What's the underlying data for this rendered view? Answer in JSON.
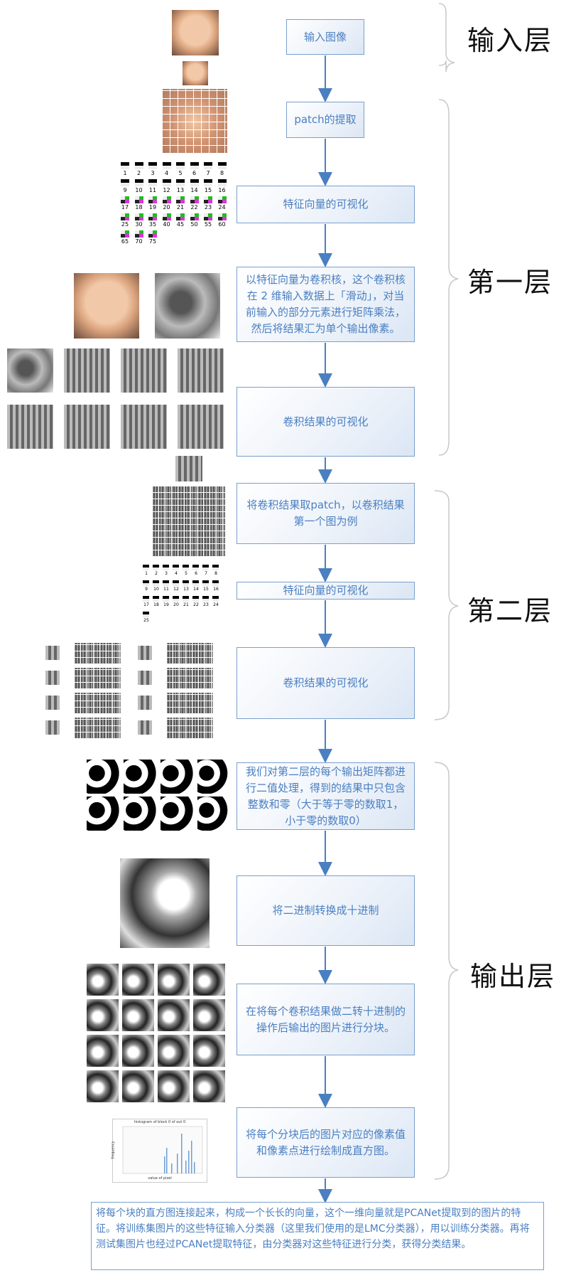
{
  "steps": {
    "s1": "输入图像",
    "s2": "patch的提取",
    "s3": "特征向量的可视化",
    "s4": "以特征向量为卷积核，这个卷积核在 2 维输入数据上「滑动」，对当前输入的部分元素进行矩阵乘法，然后将结果汇为单个输出像素。",
    "s5": "卷积结果的可视化",
    "s6": "将卷积结果取patch，以卷积结果第一个图为例",
    "s7": "特征向量的可视化",
    "s8": "卷积结果的可视化",
    "s9": "我们对第二层的每个输出矩阵都进行二值处理，得到的结果中只包含整数和零（大于等于零的数取1，小于零的数取0）",
    "s10": "将二进制转换成十进制",
    "s11": "在将每个卷积结果做二转十进制的操作后输出的图片进行分块。",
    "s12": "将每个分块后的图片对应的像素值和像素点进行绘制成直方图。",
    "final": "将每个块的直方图连接起来，构成一个长长的向量，这个一维向量就是PCANet提取到的图片的特征。将训练集图片的这些特征输入分类器（这里我们使用的是LMC分类器），用以训练分类器。再将测试集图片也经过PCANet提取特征，由分类器对这些特征进行分类，获得分类结果。"
  },
  "layers": {
    "input": "输入层",
    "first": "第一层",
    "second": "第二层",
    "output": "输出层"
  },
  "kernels_l1": [
    "1",
    "2",
    "3",
    "4",
    "5",
    "6",
    "7",
    "8",
    "9",
    "10",
    "11",
    "12",
    "13",
    "14",
    "15",
    "16",
    "17",
    "18",
    "19",
    "20",
    "21",
    "22",
    "23",
    "24",
    "25",
    "30",
    "35",
    "40",
    "45",
    "50",
    "55",
    "60",
    "65",
    "70",
    "75"
  ],
  "kernels_l2": [
    "1",
    "2",
    "3",
    "4",
    "5",
    "6",
    "7",
    "8",
    "9",
    "10",
    "11",
    "12",
    "13",
    "14",
    "15",
    "16",
    "17",
    "18",
    "19",
    "20",
    "21",
    "22",
    "23",
    "24",
    "25"
  ],
  "histogram": {
    "title": "histogram of block 0 of out 0",
    "xlabel": "value of pixel",
    "ylabel": "frequency"
  },
  "colors": {
    "accent": "#4a7fc1",
    "border": "#7aa0cc"
  }
}
